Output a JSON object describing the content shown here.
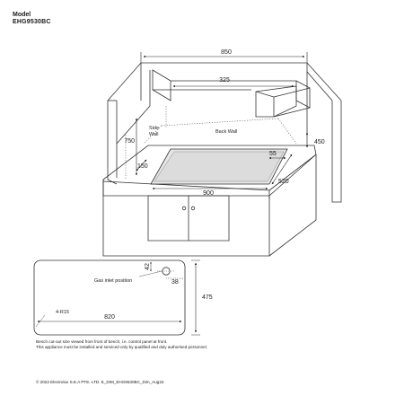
{
  "header": {
    "model_label": "Model",
    "model_number": "EHG9530BC"
  },
  "main_diagram": {
    "dims": {
      "width_850": "850",
      "depth_325": "325",
      "height_750": "750",
      "height_450": "450",
      "offset_150": "150",
      "offset_55": "55",
      "cutout_900": "900",
      "cutout_520": "520"
    },
    "labels": {
      "side_wall": [
        "Side",
        "Wall"
      ],
      "back_wall": "Back Wall"
    }
  },
  "cutout_plan": {
    "dims": {
      "d42": "42",
      "d38": "38",
      "height_475": "475",
      "length_820": "820",
      "radius": "4-R15"
    },
    "labels": {
      "gas_inlet": "Gas inlet position"
    }
  },
  "notes": [
    "Bench cut-out size viewed from front of bench, i.e. control panel at front.",
    "This appliance must be installed and serviced only by qualified and duly authorised personnel."
  ],
  "footer": "© 2022 Electrolux S.E.A PTE. LTD. E_DIM_EHG9530BC_Dim_Aug22"
}
